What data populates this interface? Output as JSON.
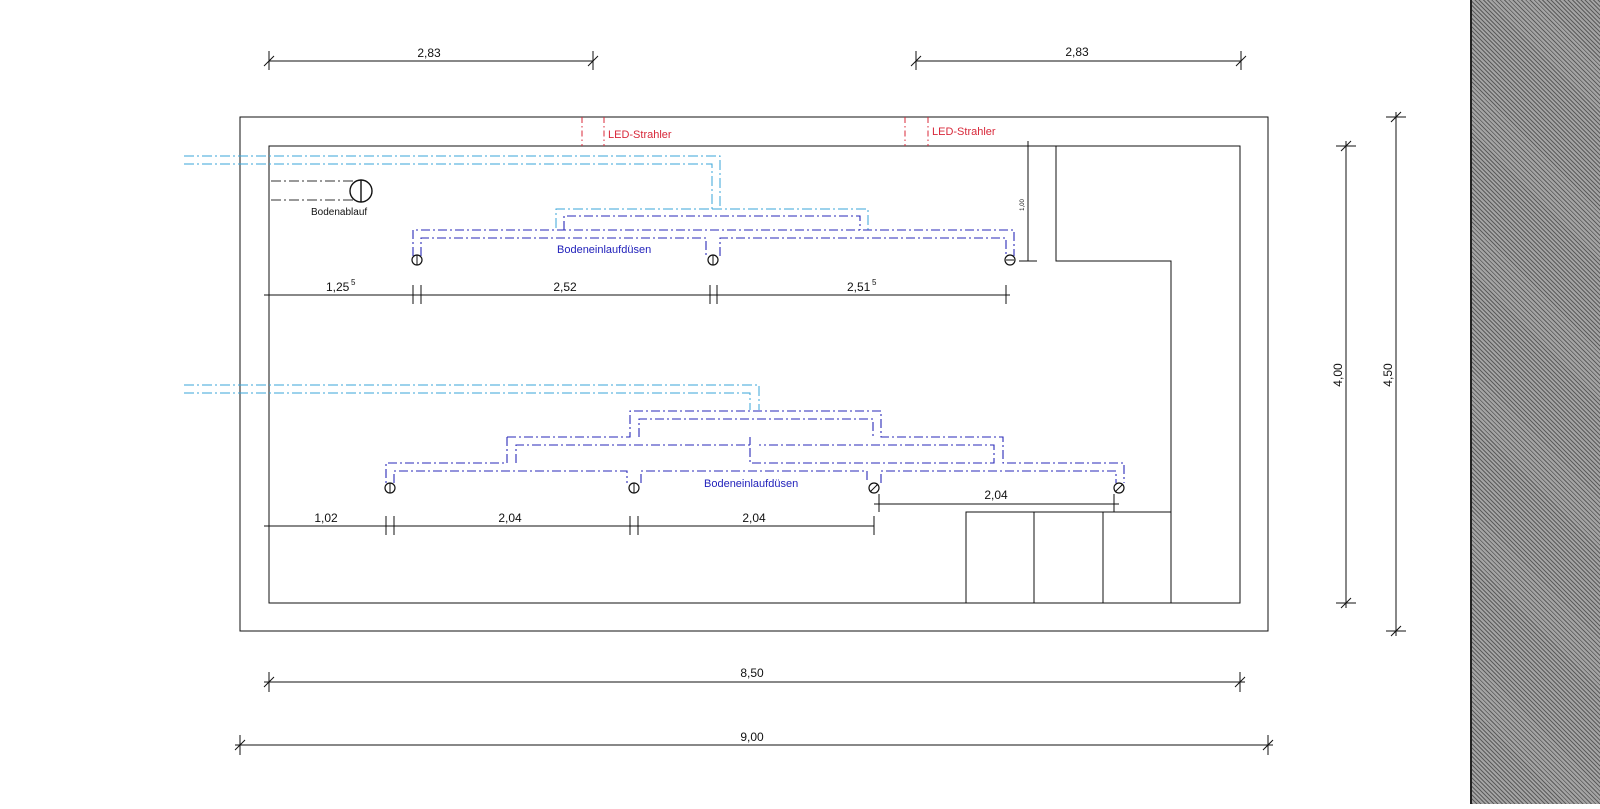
{
  "colors": {
    "supply_pipe": "#3aa6d8",
    "nozzle_pipe": "#2a2ab8",
    "label_blue": "#2222bb",
    "led": "#d8283a",
    "line": "#111111",
    "sidebar_pattern": "#7d7d7d"
  },
  "icons": {
    "floor_drain": "circle-with-vertical-bar-icon",
    "nozzle": "circle-with-slash-icon"
  },
  "labels": {
    "led_1": "LED-Strahler",
    "led_2": "LED-Strahler",
    "floor_drain": "Bodenablauf",
    "nozzles_upper": "Bodeneinlaufdüsen",
    "nozzles_lower": "Bodeneinlaufdüsen"
  },
  "dimensions": {
    "top_left": "2,83",
    "top_right": "2,83",
    "upper_row": {
      "d1": "1,25",
      "d1_sup": "5",
      "d2": "2,52",
      "d3": "2,51",
      "d3_sup": "5"
    },
    "lower_row": {
      "d1": "1,02",
      "d2": "2,04",
      "d3": "2,04",
      "d4": "2,04"
    },
    "inner_width": "8,50",
    "outer_width": "9,00",
    "inner_height": "4,00",
    "outer_height": "4,50",
    "stair_depth": "1,00"
  }
}
